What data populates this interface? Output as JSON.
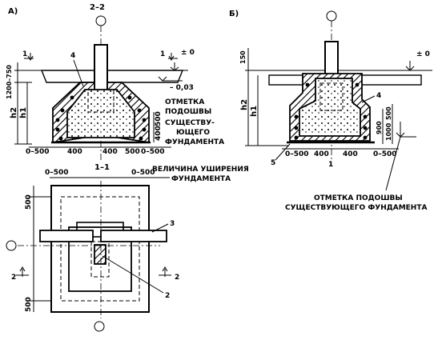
{
  "labels": {
    "panel_a": "А)",
    "panel_b": "Б)",
    "section_22": "2–2",
    "section_11": "1–1",
    "cut_1": "1",
    "cut_2": "2",
    "marker_4": "4",
    "marker_3": "3",
    "marker_2": "2",
    "marker_5": "5",
    "marker_1": "1",
    "zero_a": "± 0",
    "zero_b": "± 0",
    "minus003": "– 0,03",
    "dim_1200_750": "1200–750",
    "h2": "h2",
    "h1": "h1",
    "dim_150": "150",
    "dim_500a": "500",
    "dim_400a": "400",
    "dim_900": "900",
    "dim_500b": "500",
    "dim_1000": "1000",
    "dim_0_500_l": "0–500",
    "dim_400_l": "400",
    "dim_400_r": "400",
    "dim_500_r": "500",
    "dim_0_500_r": "0–500",
    "dim_plan_0500_l": "0–500",
    "dim_plan_0500_r": "0–500",
    "dim_plan_500_top": "500",
    "dim_plan_500_bot": "500",
    "dim_b_0500_l": "0–500",
    "dim_b_400_l": "400",
    "dim_b_400_r": "400",
    "dim_b_0500_r": "0–500",
    "otm_line1": "ОТМЕТКА",
    "otm_line2": "ПОДОШВЫ",
    "otm_line3": "СУЩЕСТВУ-",
    "otm_line4": "ЮЩЕГО",
    "otm_line5": "ФУНДАМЕНТА",
    "widen_line1": "ВЕЛИЧИНА УШИРЕНИЯ",
    "widen_line2": "ФУНДАМЕНТА",
    "b_otm_line1": "ОТМЕТКА ПОДОШВЫ",
    "b_otm_line2": "СУЩЕСТВУЮЩЕГО ФУНДАМЕНТА"
  }
}
